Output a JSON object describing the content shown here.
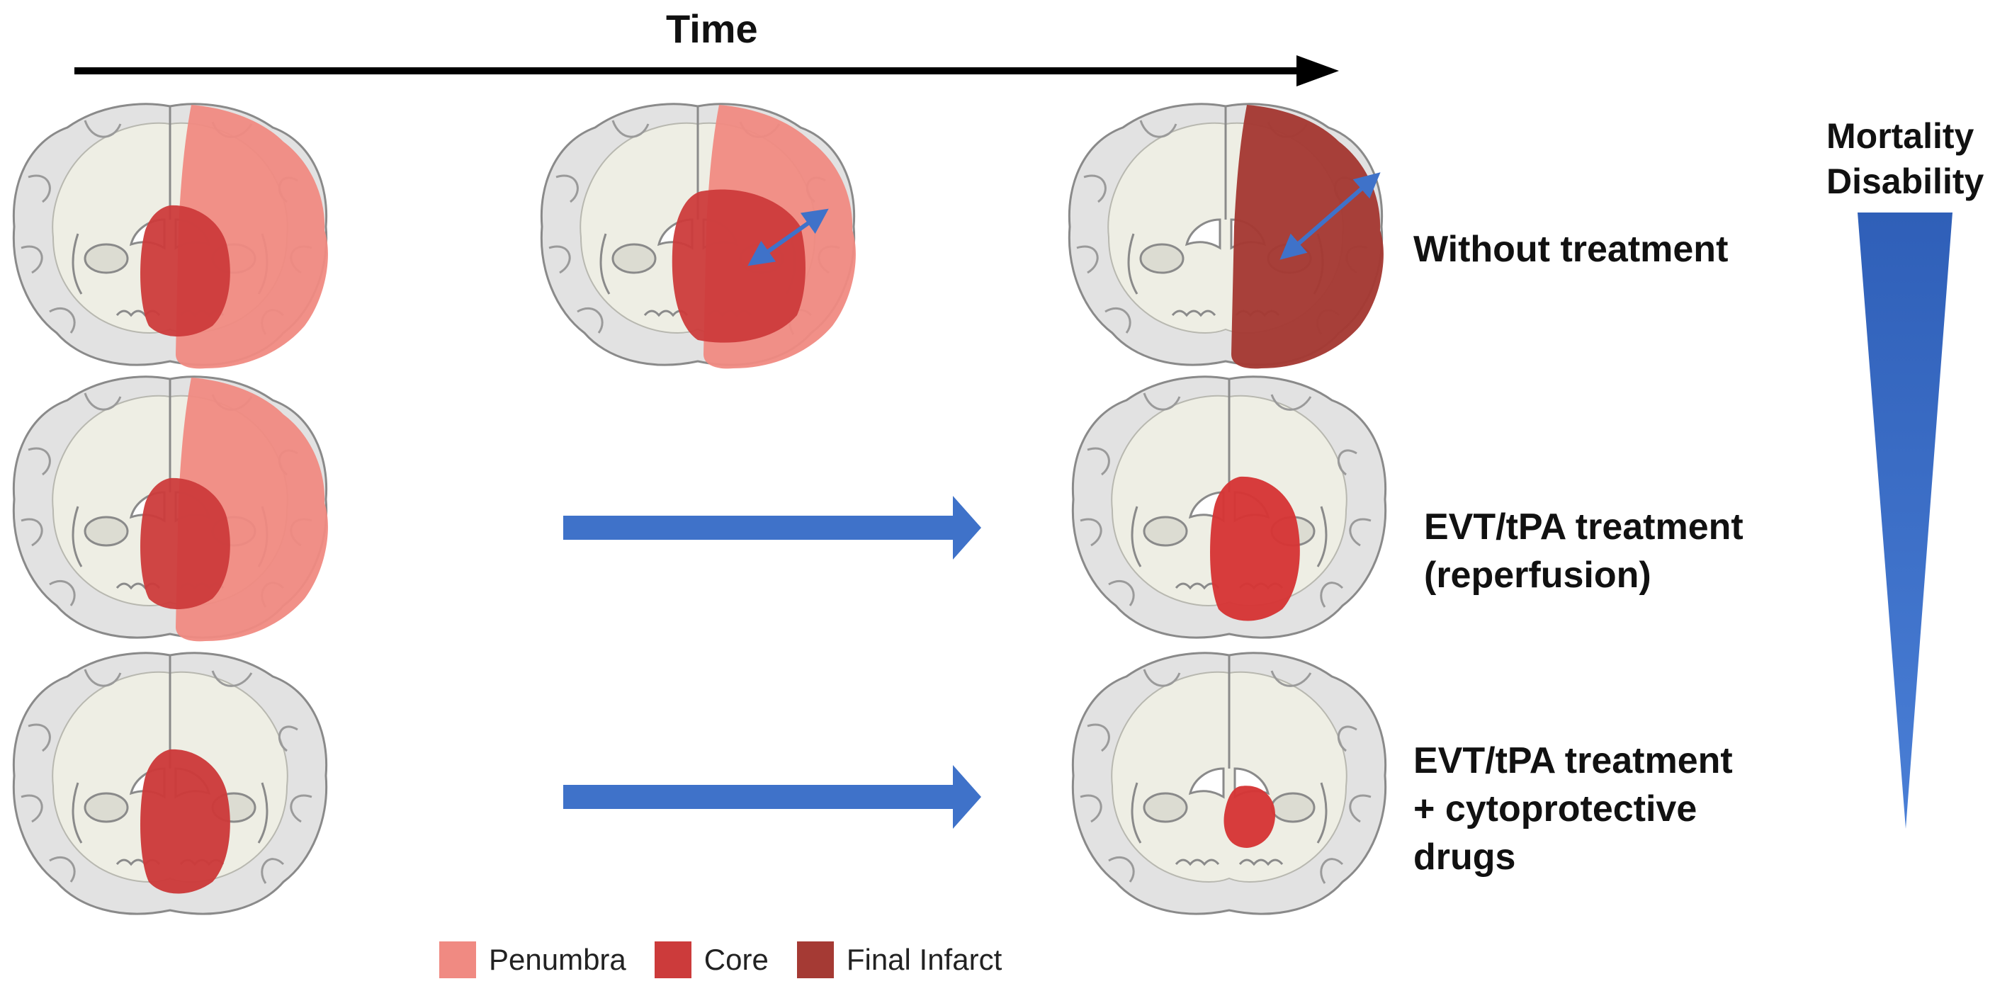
{
  "header": {
    "time_label": "Time"
  },
  "outcome": {
    "line1": "Mortality",
    "line2": "Disability"
  },
  "rows": [
    {
      "label_lines": [
        "Without treatment"
      ]
    },
    {
      "label_lines": [
        "EVT/tPA treatment",
        "(reperfusion)"
      ]
    },
    {
      "label_lines": [
        "EVT/tPA treatment",
        "+ cytoprotective",
        "drugs"
      ]
    }
  ],
  "legend": [
    {
      "label": "Penumbra",
      "color": "#f08a82"
    },
    {
      "label": "Core",
      "color": "#cc3b3b"
    },
    {
      "label": "Final Infarct",
      "color": "#a53a34"
    }
  ],
  "colors": {
    "arrow": "#3f72c9",
    "time_arrow": "#000000",
    "brain_outer": "#e3e3e3",
    "brain_inner": "#efefe6",
    "brain_outline": "#8a8a8a"
  }
}
